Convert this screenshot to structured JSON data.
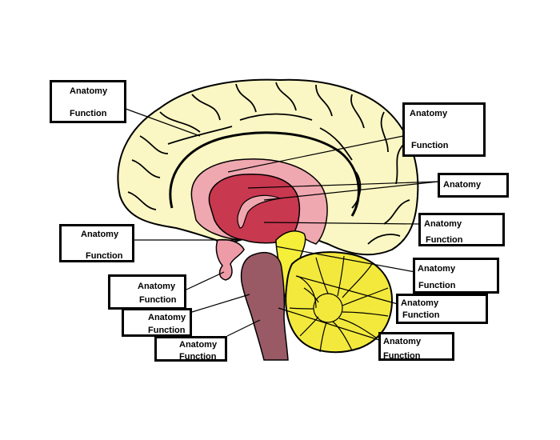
{
  "labels": [
    {
      "anatomy": "Anatomy",
      "function": "Function"
    },
    {
      "anatomy": "Anatomy",
      "function": "Function"
    },
    {
      "anatomy": "Anatomy"
    },
    {
      "anatomy": "Anatomy",
      "function": "Function"
    },
    {
      "anatomy": "Anatomy",
      "function": "Function"
    },
    {
      "anatomy": "Anatomy",
      "function": "Function"
    },
    {
      "anatomy": "Anatomy",
      "function": "Function"
    },
    {
      "anatomy": "Anatomy",
      "function": "Function"
    },
    {
      "anatomy": "Anatomy",
      "function": "Function"
    },
    {
      "anatomy": "Anatomy",
      "function": "Function"
    },
    {
      "anatomy": "Anatomy",
      "function": "Function"
    }
  ],
  "colors": {
    "cerebrum": "#fbf7c4",
    "corpus_callosum": "#f0a8b0",
    "thalamus": "#c8384f",
    "midbrain": "#f5ef3a",
    "cerebellum": "#f3e93c",
    "brainstem": "#9a5a65",
    "pituitary": "#ee9ba8",
    "outline": "#000000"
  }
}
